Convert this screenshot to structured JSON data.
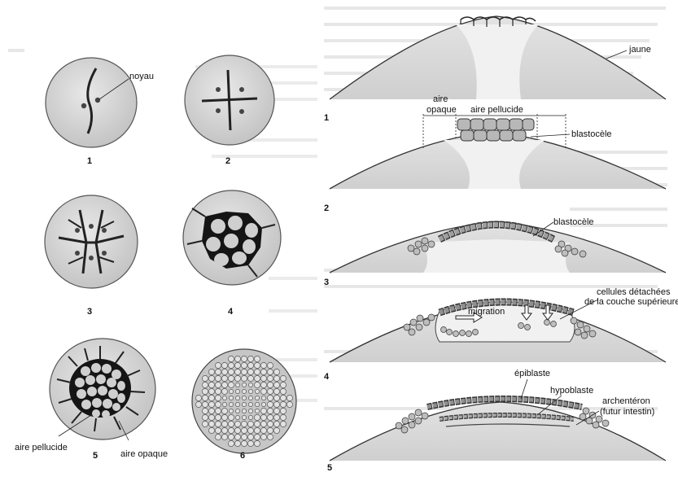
{
  "left_panel": {
    "stages": [
      {
        "number": "1"
      },
      {
        "number": "2"
      },
      {
        "number": "3"
      },
      {
        "number": "4"
      },
      {
        "number": "5"
      },
      {
        "number": "6"
      }
    ],
    "labels": {
      "noyau": "noyau",
      "aire_pellucide": "aire pellucide",
      "aire_opaque": "aire opaque"
    }
  },
  "right_panel": {
    "stages": [
      {
        "number": "1"
      },
      {
        "number": "2"
      },
      {
        "number": "3"
      },
      {
        "number": "4"
      },
      {
        "number": "5"
      }
    ],
    "labels": {
      "jaune": "jaune",
      "aire_opaque_line1": "aire",
      "aire_opaque_line2": "opaque",
      "aire_pellucide": "aire pellucide",
      "blastocele_2": "blastocèle",
      "blastocele_3": "blastocèle",
      "cellules_line1": "cellules détachées",
      "cellules_line2": "de la couche supérieure",
      "migration": "migration",
      "epiblaste": "épiblaste",
      "hypoblaste": "hypoblaste",
      "archenteron_line1": "archentéron",
      "archenteron_line2": "(futur intestin)"
    }
  },
  "colors": {
    "embryo_fill": "#d9d9d9",
    "cell_fill": "#bdbdbd",
    "outline": "#2a2a2a",
    "background_text": "#c8c8c8"
  }
}
